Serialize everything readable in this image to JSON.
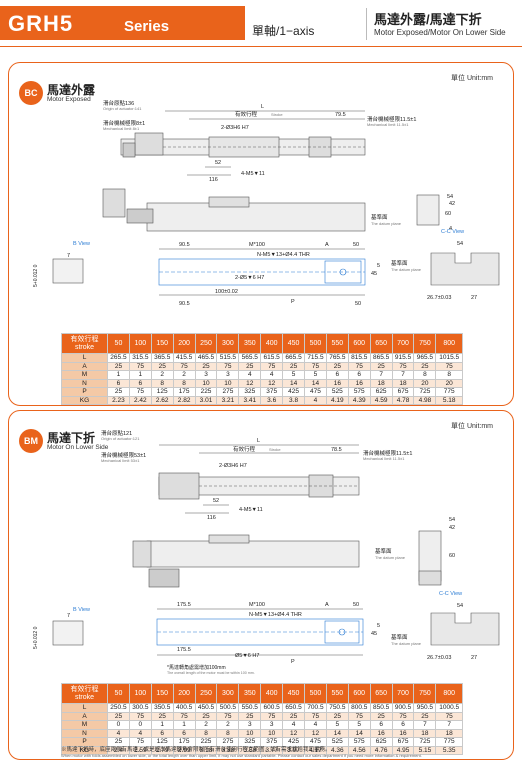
{
  "header": {
    "model_code": "GRH5",
    "series_label": "Series",
    "axis_label": "單軸/1−axis",
    "title": "馬達外露/馬達下折",
    "subtitle": "Motor Exposed/Motor On Lower Side"
  },
  "colors": {
    "accent": "#e9631b",
    "row_head": "#f4c9a6",
    "row_alt": "#fbe6d6",
    "drawing_blue": "#2a7bd3"
  },
  "sections": [
    {
      "badge": "BC",
      "title": "馬達外露",
      "subtitle": "Motor Exposed",
      "unit": "單位 Unit:mm",
      "labels": {
        "origin": "滑台原點136",
        "origin_en": "Origin of actuator:141",
        "mech_limit": "滑台機械極限8±1",
        "mech_limit_en": "Mechanical limit 8±1",
        "L": "L",
        "stroke": "有效行程",
        "stroke_en": "Stroke",
        "d795": "79.5",
        "mech_limit_r": "滑台機械極限11.5±1",
        "mech_limit_r_en": "Mechanical limit 11.5±1",
        "holes": "2-Ø3H6 H7",
        "d52": "52",
        "d116": "116",
        "m5": "4-M5▼11",
        "datum": "基準面",
        "datum_en": "The datum plane",
        "d54": "54",
        "d42": "42",
        "d60": "60",
        "d4": "4",
        "d905": "90.5",
        "m100": "M*100",
        "A": "A",
        "d50": "50",
        "thr": "N-M5▼13+Ø4.4 THR",
        "d05": "2-Ø5▼6 H7",
        "d100": "100±0.02",
        "P": "P",
        "d45": "45",
        "d5": "5",
        "d277": "26.7±0.03",
        "d27": "27",
        "cc": "C-C View",
        "bview": "B View",
        "d7": "7",
        "tol": "5+0.012\n  0"
      }
    },
    {
      "badge": "BM",
      "title": "馬達下折",
      "subtitle": "Motor On Lower Side",
      "unit": "單位 Unit:mm",
      "labels": {
        "origin": "滑台原點121",
        "origin_en": "Origin of actuator:121",
        "mech_limit": "滑台機械極限53±1",
        "mech_limit_en": "Mechanical limit 53±1",
        "L": "L",
        "stroke": "有效行程",
        "stroke_en": "Stroke",
        "d785": "78.5",
        "mech_limit_r": "滑台機械極限11.5±1",
        "mech_limit_r_en": "Mechanical limit 11.5±1",
        "holes": "2-Ø3H6 H7",
        "d52": "52",
        "d116": "116",
        "m5": "4-M5▼11",
        "datum": "基準面",
        "datum_en": "The datum plane",
        "d54": "54",
        "d42": "42",
        "d60": "60",
        "d1755": "175.5",
        "m100": "M*100",
        "A": "A",
        "d50": "50",
        "thr": "N-M5▼13+Ø4.4 THR",
        "d05": "Ø5▼6 H7",
        "P": "P",
        "d45": "45",
        "d5": "5",
        "d277": "26.7±0.03",
        "d27": "27",
        "cc": "C-C View",
        "bview": "B View",
        "d7": "7",
        "tol": "5+0.012\n  0",
        "motor_note": "*馬達轉角處需增加100mm",
        "motor_note_en": "The overall length of the motor must be within 100 mm."
      }
    }
  ],
  "table_bc": {
    "caption": "有效行程",
    "caption_en": "stroke",
    "strokes": [
      "50",
      "100",
      "150",
      "200",
      "250",
      "300",
      "350",
      "400",
      "450",
      "500",
      "550",
      "600",
      "650",
      "700",
      "750",
      "800"
    ],
    "rows": [
      {
        "label": "L",
        "values": [
          "265.5",
          "315.5",
          "365.5",
          "415.5",
          "465.5",
          "515.5",
          "565.5",
          "615.5",
          "665.5",
          "715.5",
          "765.5",
          "815.5",
          "865.5",
          "915.5",
          "965.5",
          "1015.5"
        ]
      },
      {
        "label": "A",
        "values": [
          "25",
          "75",
          "25",
          "75",
          "25",
          "75",
          "25",
          "75",
          "25",
          "75",
          "25",
          "75",
          "25",
          "75",
          "25",
          "75"
        ]
      },
      {
        "label": "M",
        "values": [
          "1",
          "1",
          "2",
          "2",
          "3",
          "3",
          "4",
          "4",
          "5",
          "5",
          "6",
          "6",
          "7",
          "7",
          "8",
          "8"
        ]
      },
      {
        "label": "N",
        "values": [
          "6",
          "6",
          "8",
          "8",
          "10",
          "10",
          "12",
          "12",
          "14",
          "14",
          "16",
          "16",
          "18",
          "18",
          "20",
          "20"
        ]
      },
      {
        "label": "P",
        "values": [
          "25",
          "75",
          "125",
          "175",
          "225",
          "275",
          "325",
          "375",
          "425",
          "475",
          "525",
          "575",
          "625",
          "675",
          "725",
          "775"
        ]
      },
      {
        "label": "KG",
        "values": [
          "2.23",
          "2.42",
          "2.62",
          "2.82",
          "3.01",
          "3.21",
          "3.41",
          "3.6",
          "3.8",
          "4",
          "4.19",
          "4.39",
          "4.59",
          "4.78",
          "4.98",
          "5.18"
        ]
      }
    ]
  },
  "table_bm": {
    "caption": "有效行程",
    "caption_en": "stroke",
    "strokes": [
      "50",
      "100",
      "150",
      "200",
      "250",
      "300",
      "350",
      "400",
      "450",
      "500",
      "550",
      "600",
      "650",
      "700",
      "750",
      "800"
    ],
    "rows": [
      {
        "label": "L",
        "values": [
          "250.5",
          "300.5",
          "350.5",
          "400.5",
          "450.5",
          "500.5",
          "550.5",
          "600.5",
          "650.5",
          "700.5",
          "750.5",
          "800.5",
          "850.5",
          "900.5",
          "950.5",
          "1000.5"
        ]
      },
      {
        "label": "A",
        "values": [
          "25",
          "75",
          "25",
          "75",
          "25",
          "75",
          "25",
          "75",
          "25",
          "75",
          "25",
          "75",
          "25",
          "75",
          "25",
          "75"
        ]
      },
      {
        "label": "M",
        "values": [
          "0",
          "0",
          "1",
          "1",
          "2",
          "2",
          "3",
          "3",
          "4",
          "4",
          "5",
          "5",
          "6",
          "6",
          "7",
          "7"
        ]
      },
      {
        "label": "N",
        "values": [
          "4",
          "4",
          "6",
          "6",
          "8",
          "8",
          "10",
          "10",
          "12",
          "12",
          "14",
          "14",
          "16",
          "16",
          "18",
          "18"
        ]
      },
      {
        "label": "P",
        "values": [
          "25",
          "75",
          "125",
          "175",
          "225",
          "275",
          "325",
          "375",
          "425",
          "475",
          "525",
          "575",
          "625",
          "675",
          "725",
          "775"
        ]
      },
      {
        "label": "KG",
        "values": [
          "2.4",
          "2.59",
          "2.79",
          "2.99",
          "3.18",
          "3.38",
          "3.58",
          "3.77",
          "3.97",
          "4.17",
          "4.36",
          "4.56",
          "4.76",
          "4.95",
          "5.15",
          "5.35"
        ]
      }
    ],
    "footnote": "※馬達下折時，底座兩側有馬達，或是超出馬達轉角會限制所有滑台使用行程之範圍，如有需求請洽我司業務。",
    "footnote_en": "When motor with folds assembled on lower side, or the total length over than upper limit, it may not use standard partable. Please contact our sales department if you need more information & requirement."
  }
}
